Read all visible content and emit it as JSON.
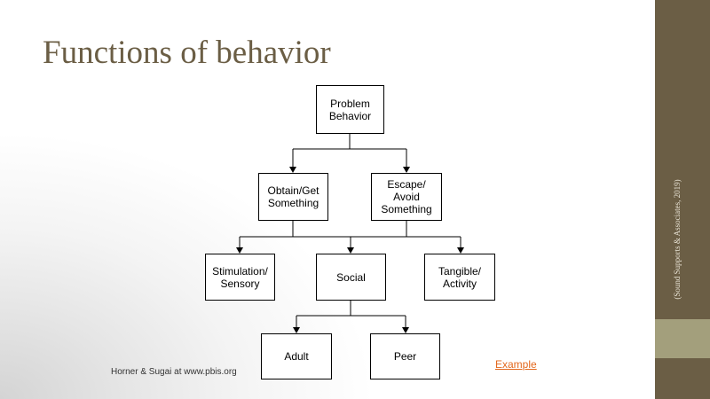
{
  "slide": {
    "title": "Functions of behavior",
    "credit": "Horner & Sugai at www.pbis.org",
    "example_link": "Example",
    "side_caption": "(Sound Supports & Associates, 2019)"
  },
  "diagram": {
    "root": "Problem\nBehavior",
    "level1": {
      "obtain": "Obtain/Get\nSomething",
      "escape": "Escape/\nAvoid\nSomething"
    },
    "level2": {
      "stimulation": "Stimulation/\nSensory",
      "social": "Social",
      "tangible": "Tangible/\nActivity"
    },
    "level3": {
      "adult": "Adult",
      "peer": "Peer"
    }
  },
  "colors": {
    "title": "#6b5e45",
    "sidebar": "#6b5e45",
    "sidebar_band": "#a39f7c",
    "link": "#e3681d"
  }
}
